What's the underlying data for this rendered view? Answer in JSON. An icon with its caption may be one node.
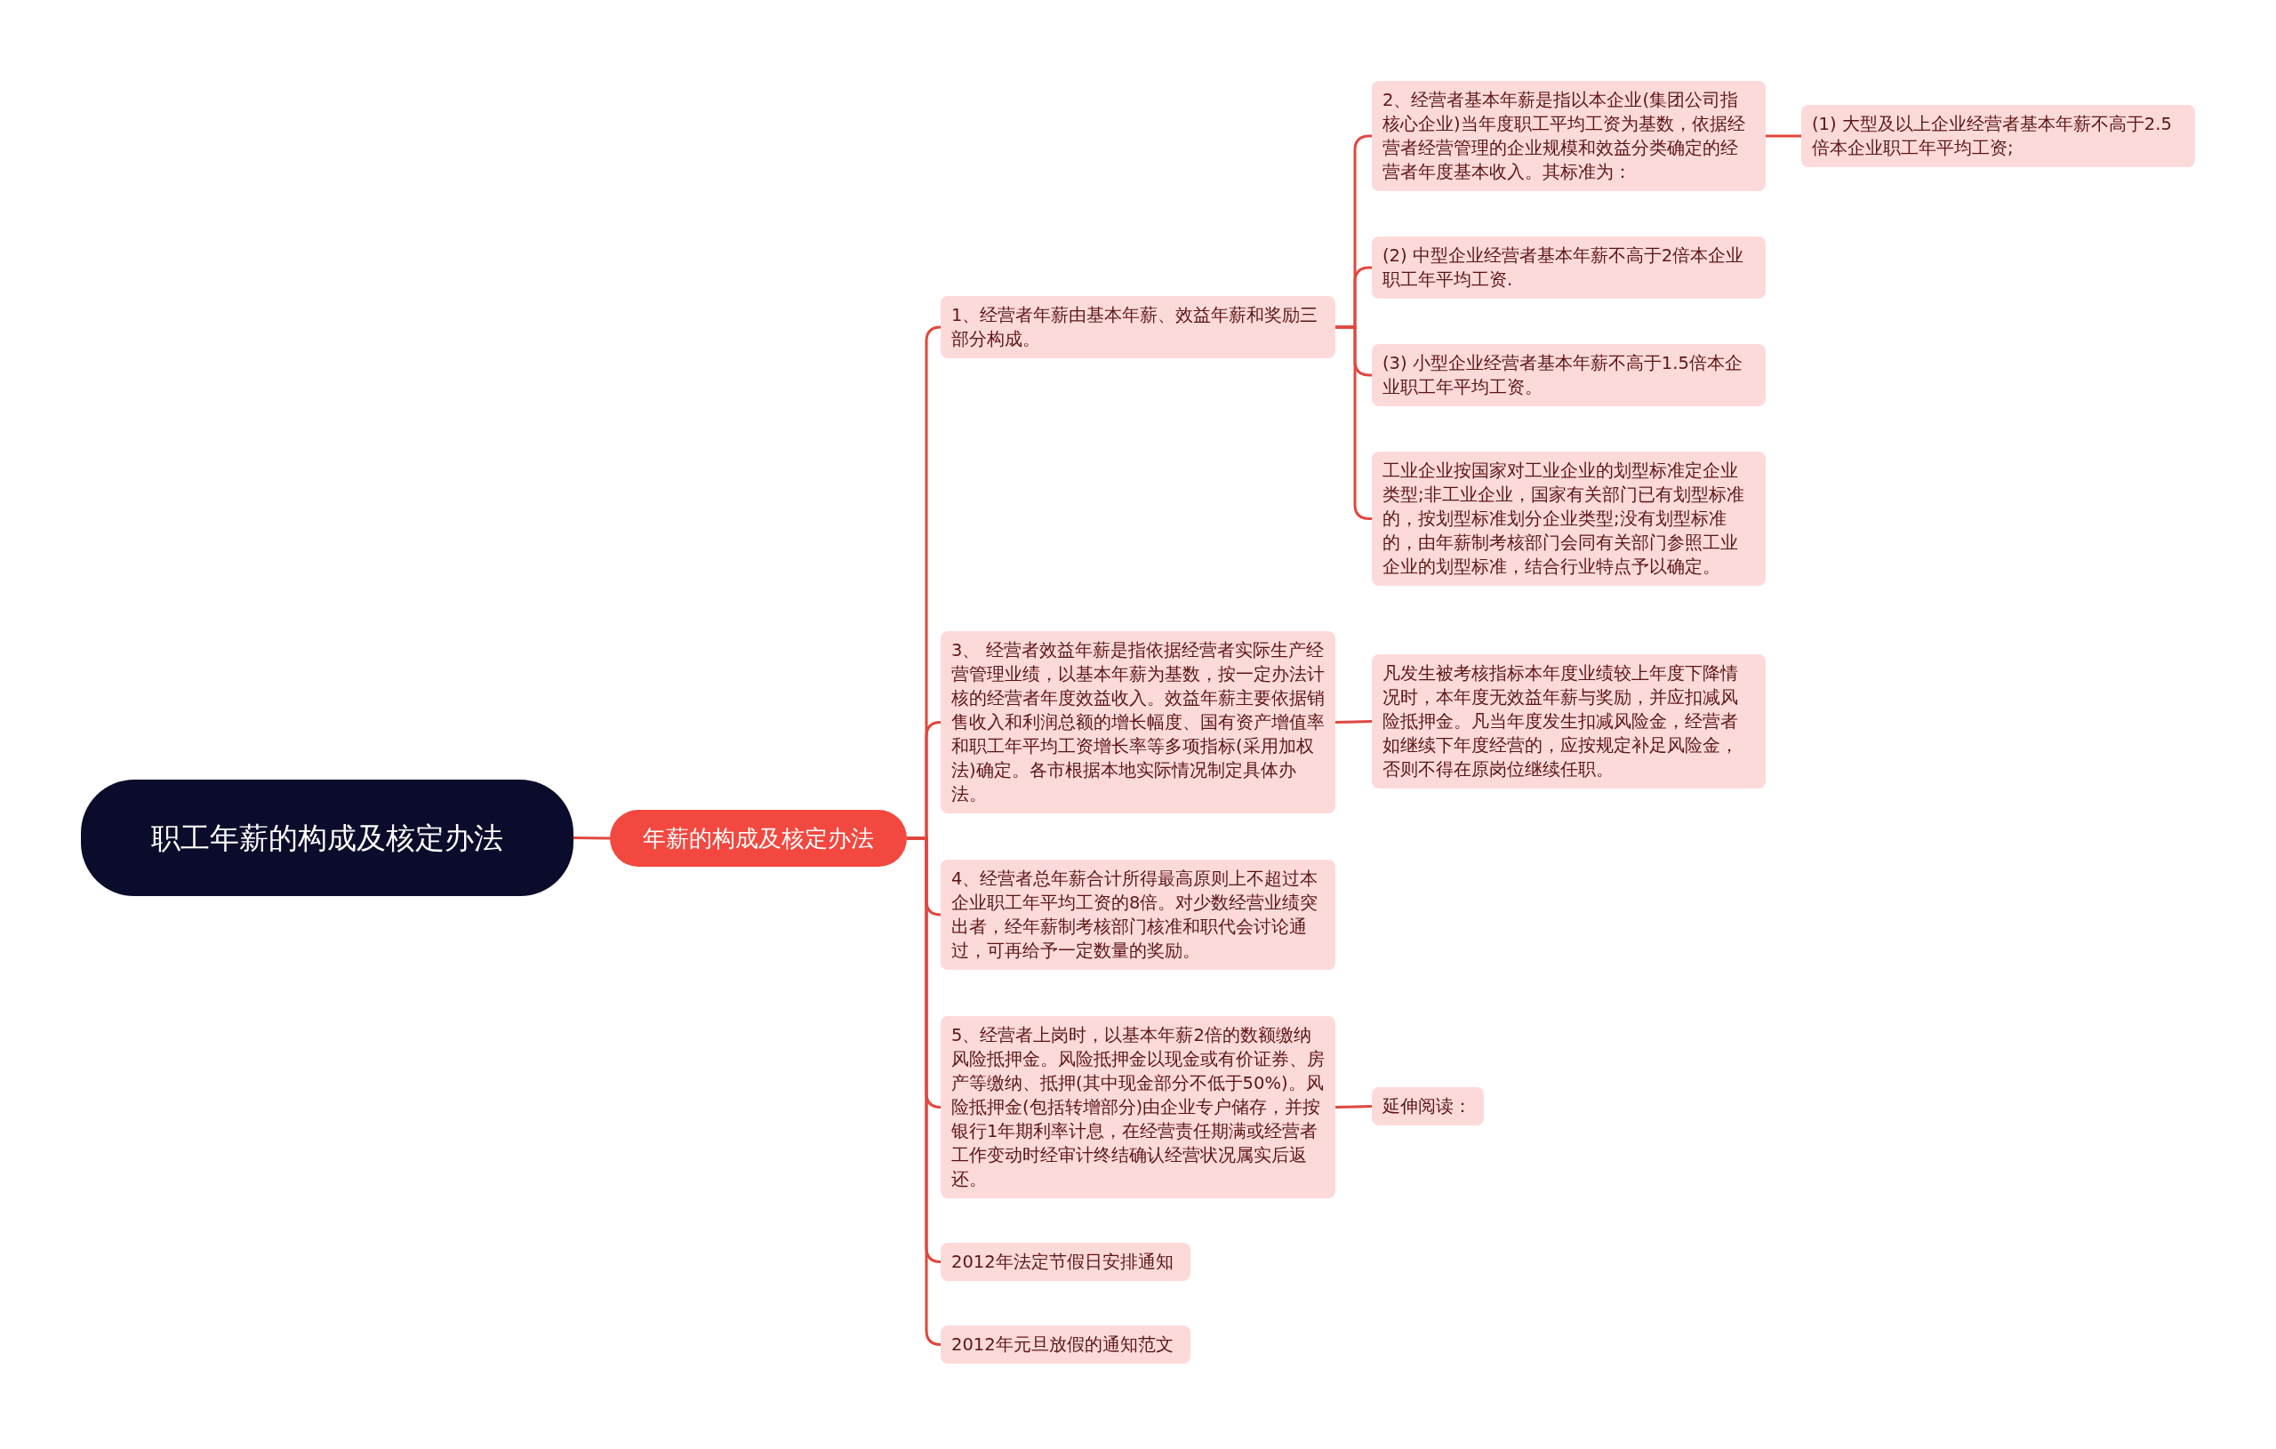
{
  "diagram": {
    "nodes": [
      {
        "text": [
          "职工年薪的构成及核定办法"
        ]
      },
      {
        "text": [
          "年薪的构成及核定办法"
        ]
      },
      {
        "text": [
          "1、经营者年薪由基本年薪、效益年薪和奖励三部分构成。"
        ]
      },
      {
        "text": [
          "2、经营者基本年薪是指以本企业(集团公司指核心企业)当年度职工平均工资为基数，依据经营者经营管理的企业规模和效益分类确定的经营者年度基本收入。其标准为："
        ]
      },
      {
        "text": [
          "(1) 大型及以上企业经营者基本年薪不高于2.5倍本企业职工年平均工资;"
        ]
      },
      {
        "text": [
          "(2) 中型企业经营者基本年薪不高于2倍本企业职工年平均工资."
        ]
      },
      {
        "text": [
          "(3) 小型企业经营者基本年薪不高于1.5倍本企业职工年平均工资。"
        ]
      },
      {
        "text": [
          "工业企业按国家对工业企业的划型标准定企业类型;非工业企业，国家有关部门已有划型标准的，按划型标准划分企业类型;没有划型标准的，由年薪制考核部门会同有关部门参照工业企业的划型标准，结合行业特点予以确定。"
        ]
      },
      {
        "text": [
          "3、 经营者效益年薪是指依据经营者实际生产经营管理业绩，以基本年薪为基数，按一定办法计核的经营者年度效益收入。效益年薪主要依据销售收入和利润总额的增长幅度、国有资产增值率和职工年平均工资增长率等多项指标(采用加权法)确定。各市根据本地实际情况制定具体办法。"
        ]
      },
      {
        "text": [
          "凡发生被考核指标本年度业绩较上年度下降情况时，本年度无效益年薪与奖励，并应扣减风险抵押金。凡当年度发生扣减风险金，经营者如继续下年度经营的，应按规定补足风险金，否则不得在原岗位继续任职。"
        ]
      },
      {
        "text": [
          "4、经营者总年薪合计所得最高原则上不超过本企业职工年平均工资的8倍。对少数经营业绩突出者，经年薪制考核部门核准和职代会讨论通过，可再给予一定数量的奖励。"
        ]
      },
      {
        "text": [
          "5、经营者上岗时，以基本年薪2倍的数额缴纳风险抵押金。风险抵押金以现金或有价证券、房产等缴纳、抵押(其中现金部分不低于50%)。风险抵押金(包括转增部分)由企业专户储存，并按银行1年期利率计息，在经营责任期满或经营者工作变动时经审计终结确认经营状况属实后返还。"
        ]
      },
      {
        "text": [
          "延伸阅读："
        ]
      },
      {
        "text": [
          "2012年法定节假日安排通知"
        ]
      },
      {
        "text": [
          "2012年元旦放假的通知范文"
        ]
      }
    ],
    "edges": [
      {
        "from": 0,
        "to": 1,
        "arrow": "none"
      },
      {
        "from": 1,
        "to": 2,
        "arrow": "none"
      },
      {
        "from": 1,
        "to": 8,
        "arrow": "none"
      },
      {
        "from": 1,
        "to": 10,
        "arrow": "none"
      },
      {
        "from": 1,
        "to": 11,
        "arrow": "none"
      },
      {
        "from": 1,
        "to": 13,
        "arrow": "none"
      },
      {
        "from": 1,
        "to": 14,
        "arrow": "none"
      },
      {
        "from": 2,
        "to": 3,
        "arrow": "none"
      },
      {
        "from": 2,
        "to": 5,
        "arrow": "none"
      },
      {
        "from": 2,
        "to": 6,
        "arrow": "none"
      },
      {
        "from": 2,
        "to": 7,
        "arrow": "none"
      },
      {
        "from": 3,
        "to": 4,
        "arrow": "none"
      },
      {
        "from": 8,
        "to": 9,
        "arrow": "none"
      },
      {
        "from": 11,
        "to": 12,
        "arrow": "none"
      }
    ]
  }
}
